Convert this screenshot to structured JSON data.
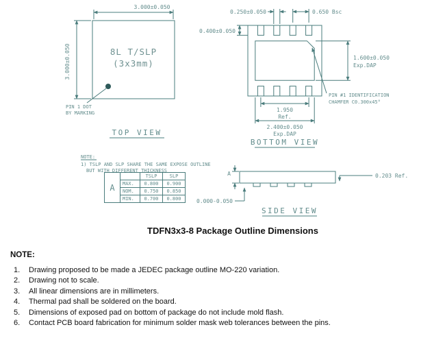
{
  "title": "TDFN3x3-8 Package Outline Dimensions",
  "top_view": {
    "label": "TOP VIEW",
    "body_line1": "8L T/SLP",
    "body_line2": "(3x3mm)",
    "dim_width": "3.000±0.050",
    "dim_height": "3.000±0.050",
    "pin1_line1": "PIN 1 DOT",
    "pin1_line2": "BY MARKING"
  },
  "bottom_view": {
    "label": "BOTTOM VIEW",
    "dim_pad_width": "0.250±0.050",
    "dim_pitch": "0.650 Bsc",
    "dim_pad_length": "0.400±0.050",
    "dim_dap_h1": "1.600±0.050",
    "dim_dap_h2": "Exp.DAP",
    "dim_span1": "1.950",
    "dim_span2": "Ref.",
    "dim_dap_w1": "2.400±0.050",
    "dim_dap_w2": "Exp.DAP",
    "chamfer_line1": "PIN #1 IDENTIFICATION",
    "chamfer_line2": "CHAMFER C0.300x45°"
  },
  "side_view": {
    "label": "SIDE VIEW",
    "dim_thickness_symbol": "A",
    "dim_lead": "0.203 Ref.",
    "dim_standoff": "0.000-0.050"
  },
  "shared_note": {
    "heading": "NOTE:",
    "line1": "1) TSLP AND SLP SHARE THE SAME EXPOSE OUTLINE",
    "line2": "BUT WITH DIFFERENT THICKNESS"
  },
  "thickness_table": {
    "symbol": "A",
    "headers": [
      "TSLP",
      "SLP"
    ],
    "rows": [
      {
        "label": "MAX.",
        "tslp": "0.800",
        "slp": "0.900"
      },
      {
        "label": "NOM.",
        "tslp": "0.750",
        "slp": "0.850"
      },
      {
        "label": "MIN.",
        "tslp": "0.700",
        "slp": "0.800"
      }
    ]
  },
  "notes": {
    "heading": "NOTE:",
    "items": [
      {
        "num": "1.",
        "text": "Drawing proposed to be made a JEDEC package outline MO-220 variation."
      },
      {
        "num": "2.",
        "text": "Drawing not to scale."
      },
      {
        "num": "3.",
        "text": "All linear dimensions are in millimeters."
      },
      {
        "num": "4.",
        "text": "Thermal pad shall be soldered on the board."
      },
      {
        "num": "5.",
        "text": "Dimensions of exposed pad on bottom of package do not include mold flash."
      },
      {
        "num": "6.",
        "text": "Contact PCB board fabrication for minimum solder mask web tolerances between the pins."
      }
    ]
  },
  "colors": {
    "line": "#4a7c7c",
    "text": "#628c8c",
    "ink": "#111111"
  }
}
